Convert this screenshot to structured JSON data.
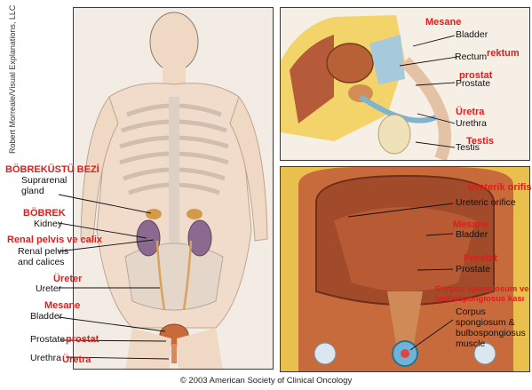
{
  "credit_vertical": "Robert Morreale/Visual Explanations, LLC",
  "copyright": "© 2003 American Society of Clinical Oncology",
  "body_labels": {
    "suprarenal_tr": "BÖBREKÜSTÜ BEZİ",
    "suprarenal_en": "Suprarenal\ngland",
    "kidney_tr": "BÖBREK",
    "kidney_en": "Kidney",
    "renal_pelvis_tr": "Renal pelvis ve calix",
    "renal_pelvis_en": "Renal pelvis\nand calices",
    "ureter_tr": "Üreter",
    "ureter_en": "Ureter",
    "bladder_tr": "Mesane",
    "bladder_en": "Bladder",
    "prostate_en": "Prostate",
    "prostate_tr": "prostat",
    "urethra_en": "Urethra",
    "urethra_tr": "Üretra"
  },
  "male_labels": {
    "mesane_tr": "Mesane",
    "bladder_en": "Bladder",
    "rektum_tr": "rektum",
    "rectum_en": "Rectum",
    "prostat_tr": "prostat",
    "prostate_en": "Prostate",
    "uretra_tr": "Üretra",
    "urethra_en": "Urethra",
    "testis_tr": "Testis",
    "testis_en": "Testis"
  },
  "bladder_labels": {
    "ureteric_tr": "Ureterik orifis",
    "ureteric_en": "Ureteric orifice",
    "mesane_tr": "Mesane",
    "bladder_en": "Bladder",
    "prostat_tr": "Prostat",
    "prostate_en": "Prostate",
    "corpus_tr": "Corpus spongiosum ve\nbulbospongiosus kası",
    "corpus_en": "Corpus\nspongiosum &\nbulbospongiosus\nmuscle"
  },
  "colors": {
    "red_label": "#e31b1b",
    "kidney": "#8a6a8e",
    "bladder_muscle": "#b8643a",
    "fat": "#f2d46a",
    "skin": "#efd9c4"
  }
}
